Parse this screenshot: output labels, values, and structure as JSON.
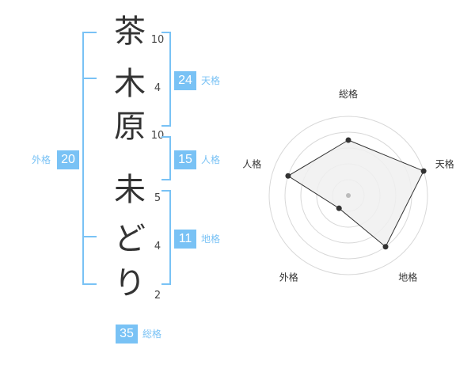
{
  "name_chars": [
    {
      "char": "茶",
      "strokes": "10"
    },
    {
      "char": "木",
      "strokes": "4"
    },
    {
      "char": "原",
      "strokes": "10"
    },
    {
      "char": "未",
      "strokes": "5"
    },
    {
      "char": "ど",
      "strokes": "4"
    },
    {
      "char": "り",
      "strokes": "2"
    }
  ],
  "scores": {
    "tenkaku": {
      "value": "24",
      "label": "天格"
    },
    "jinkaku": {
      "value": "15",
      "label": "人格"
    },
    "chikaku": {
      "value": "11",
      "label": "地格"
    },
    "gaikaku": {
      "value": "20",
      "label": "外格"
    },
    "soukaku": {
      "value": "35",
      "label": "総格"
    }
  },
  "chart_data": {
    "type": "radar",
    "axes": [
      "総格",
      "天格",
      "地格",
      "外格",
      "人格"
    ],
    "values": [
      0.7,
      1.0,
      0.8,
      0.2,
      0.8
    ],
    "range": [
      0,
      1
    ],
    "rings": 5,
    "colors": {
      "fill": "#f0f0f0",
      "line": "#333333",
      "grid": "#d8d8d8",
      "accent": "#79c2f5"
    }
  }
}
